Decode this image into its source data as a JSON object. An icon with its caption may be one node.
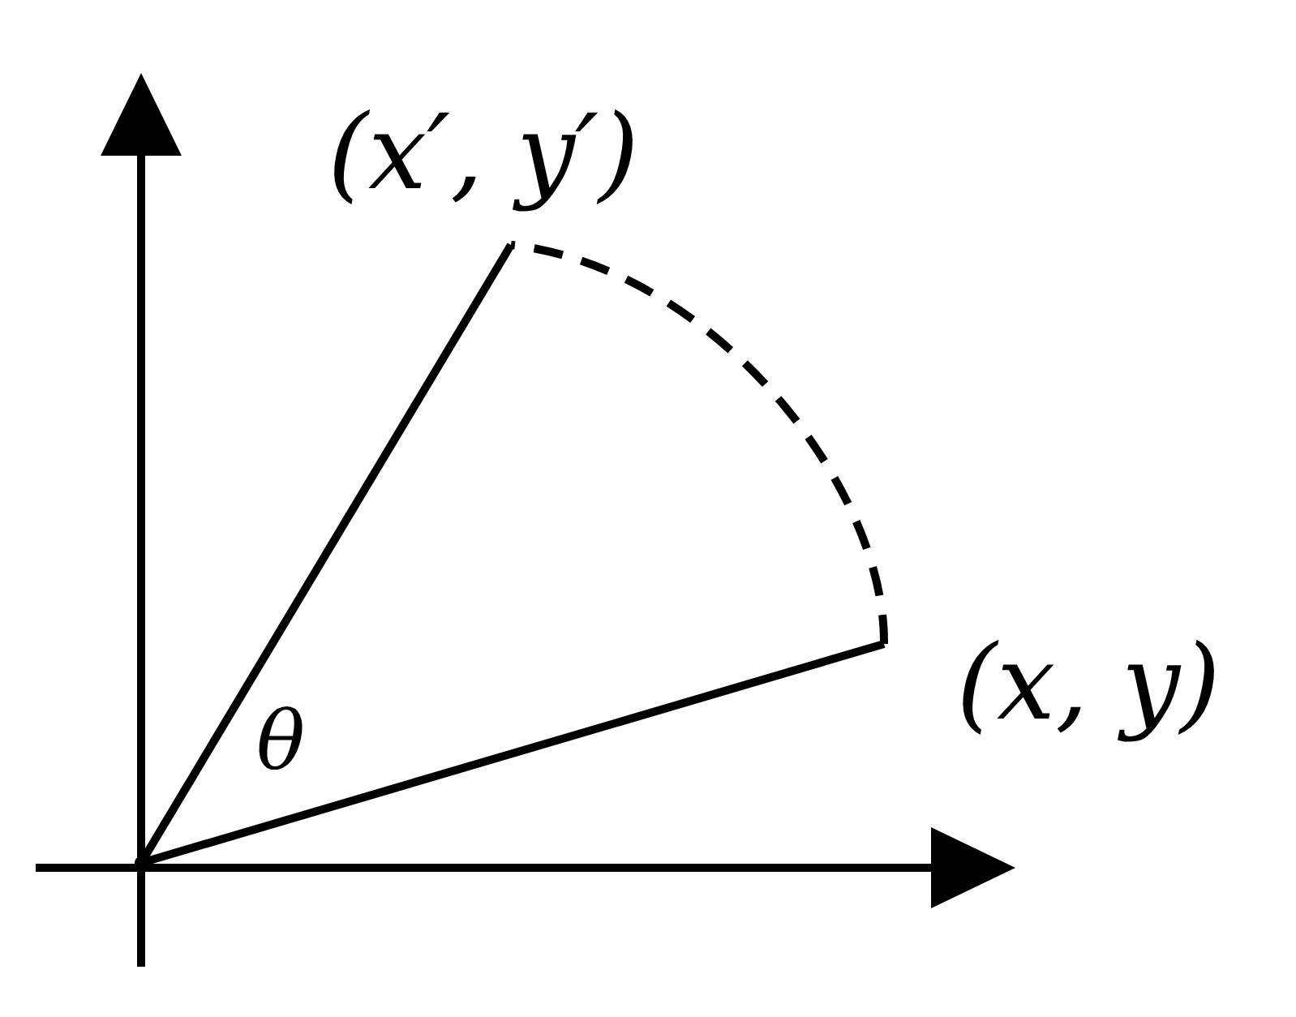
{
  "diagram": {
    "nodes": [
      {
        "text": [],
        "shape": "point"
      },
      {
        "text": [
          "(x′, y′)"
        ]
      },
      {
        "text": [
          "(x, y)"
        ]
      }
    ],
    "edges": [
      {
        "from": 0,
        "to": 1,
        "arrow": "none"
      },
      {
        "from": 0,
        "to": 2,
        "arrow": "none"
      },
      {
        "from": 2,
        "to": 1,
        "arrow": "none",
        "style": "dashed"
      }
    ],
    "labels": [
      "θ"
    ]
  }
}
